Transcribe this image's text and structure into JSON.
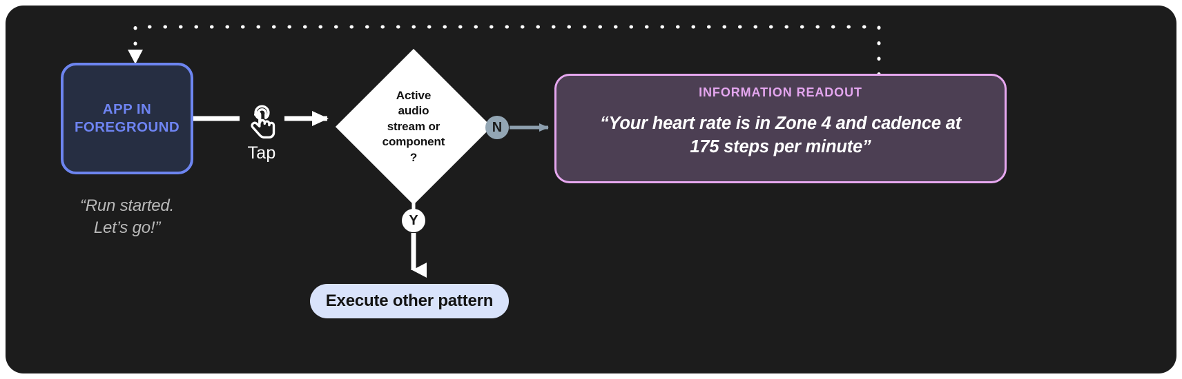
{
  "diagram": {
    "background_color": "#1c1c1c",
    "canvas_radius": "26px",
    "nodes": {
      "app": {
        "label_line1": "APP IN",
        "label_line2": "FOREGROUND",
        "accent_color": "#6d85f0",
        "fill_color": "#262e42",
        "caption_line1": "“Run started.",
        "caption_line2": "Let’s go!”"
      },
      "gesture": {
        "icon": "tap-hand-icon",
        "label": "Tap"
      },
      "decision": {
        "text_line1": "Active",
        "text_line2": "audio",
        "text_line3": "stream or",
        "text_line4": "component",
        "text_line5": "?",
        "fill_color": "#ffffff",
        "text_color": "#111111"
      },
      "branch_no": {
        "label": "N",
        "badge_color": "#93a6b4"
      },
      "branch_yes": {
        "label": "Y",
        "badge_color": "#ffffff"
      },
      "readout": {
        "title": "INFORMATION READOUT",
        "quote_line1": "“Your heart rate is in Zone 4 and cadence at",
        "quote_line2": "175 steps per minute”",
        "border_color": "#e6a7ef",
        "fill_color": "#4c3f53",
        "title_color": "#e4a6ef"
      },
      "execute": {
        "label": "Execute other pattern",
        "fill_color": "#d9e3fb",
        "text_color": "#131313"
      }
    },
    "connectors": {
      "app_to_tap": "solid-arrow-right",
      "tap_to_decision": "solid-arrow-right",
      "decision_to_readout": "grey-arrow-right",
      "decision_to_execute": "solid-arrow-down",
      "readout_to_app": "dotted-feedback-loop"
    }
  }
}
